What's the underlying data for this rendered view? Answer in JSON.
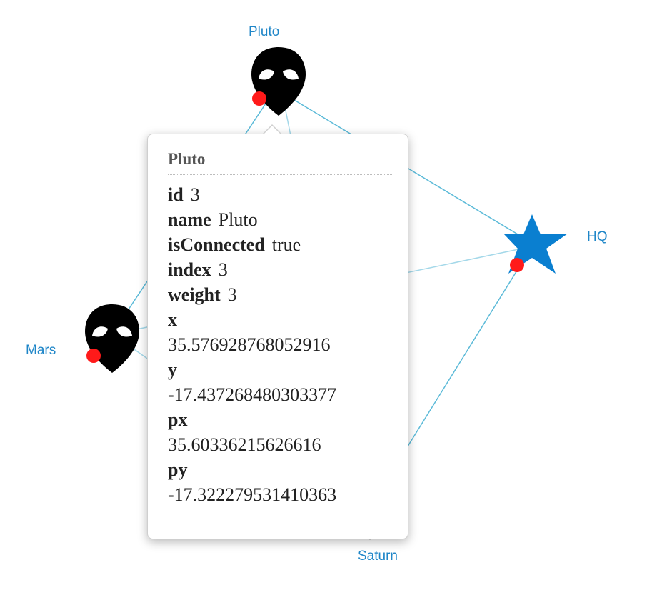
{
  "colors": {
    "link": "#5bbad8",
    "accent": "#1f86c8",
    "star": "#0a7fd0",
    "marker": "#ff1a1a",
    "alien": "#000000",
    "alien_faded": "#c8c8c8"
  },
  "nodes": [
    {
      "name": "Pluto",
      "icon": "alien-icon"
    },
    {
      "name": "HQ",
      "icon": "star-icon"
    },
    {
      "name": "Mars",
      "icon": "alien-icon"
    },
    {
      "name": "Saturn",
      "icon": "alien-icon",
      "faded": true
    }
  ],
  "tooltip": {
    "title": "Pluto",
    "rows": [
      {
        "key": "id",
        "value": "3"
      },
      {
        "key": "name",
        "value": "Pluto"
      },
      {
        "key": "isConnected",
        "value": "true"
      },
      {
        "key": "index",
        "value": "3"
      },
      {
        "key": "weight",
        "value": "3"
      }
    ],
    "blocks": [
      {
        "key": "x",
        "value": "35.576928768052916"
      },
      {
        "key": "y",
        "value": "-17.437268480303377"
      },
      {
        "key": "px",
        "value": "35.60336215626616"
      },
      {
        "key": "py",
        "value": "-17.322279531410363"
      }
    ]
  }
}
